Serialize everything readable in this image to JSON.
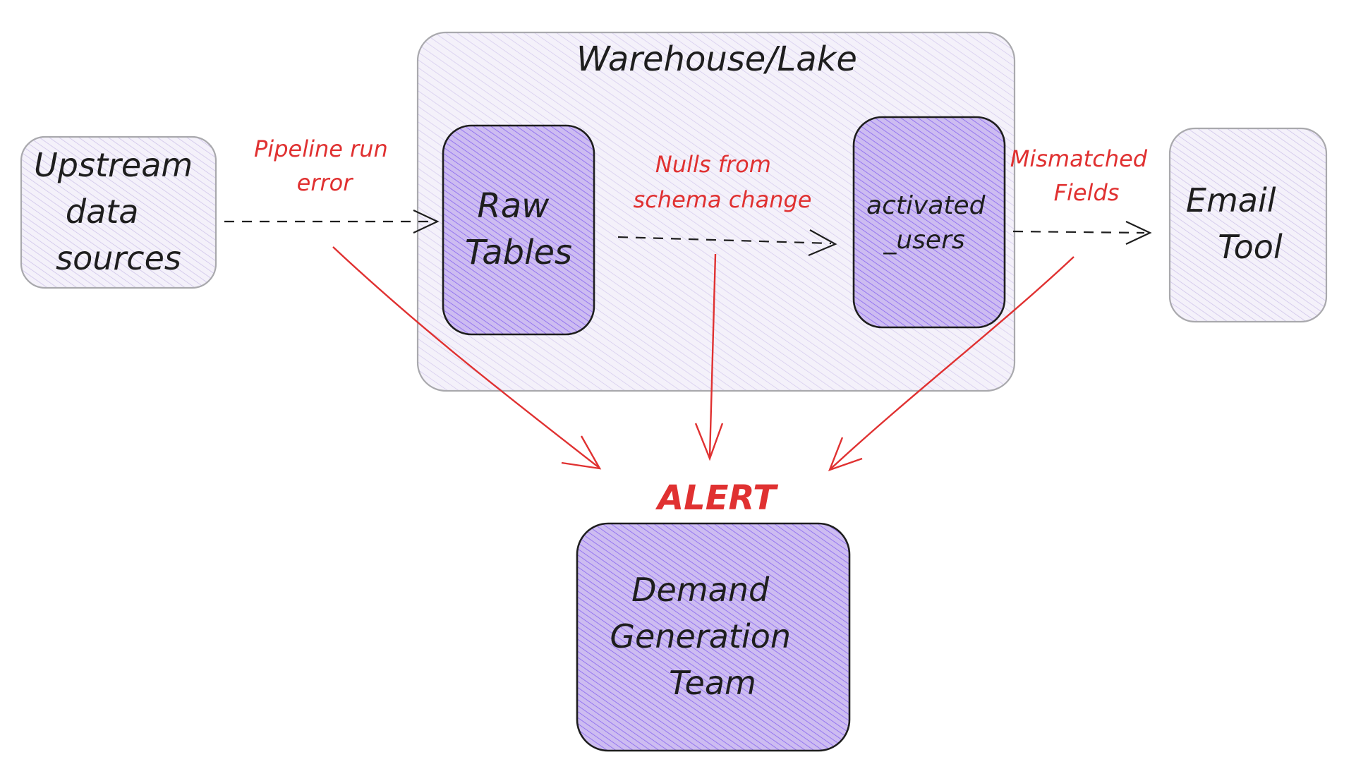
{
  "colors": {
    "ink": "#1e1e1e",
    "alert": "#e03131",
    "light_fill": "#e6e0f2",
    "light_stroke": "#a9a9ad",
    "dark_fill": "#c3b1ec",
    "dark_hatch": "#7048e8",
    "light_hatch": "#cbbbe9"
  },
  "nodes": {
    "warehouse": {
      "label": "Warehouse/Lake"
    },
    "upstream": {
      "lines": [
        "Upstream",
        "data",
        "sources"
      ]
    },
    "raw_tables": {
      "lines": [
        "Raw",
        "Tables"
      ]
    },
    "activated_users": {
      "lines": [
        "activated",
        "_users"
      ]
    },
    "email_tool": {
      "lines": [
        "Email",
        "Tool"
      ]
    },
    "alert_label": "ALERT",
    "demand_gen": {
      "lines": [
        "Demand",
        "Generation",
        "Team"
      ]
    }
  },
  "edges": {
    "pipeline_error": {
      "lines": [
        "Pipeline run",
        "error"
      ]
    },
    "nulls_schema": {
      "lines": [
        "Nulls from",
        "schema change"
      ]
    },
    "mismatched_fields": {
      "lines": [
        "Mismatched",
        "Fields"
      ]
    }
  }
}
